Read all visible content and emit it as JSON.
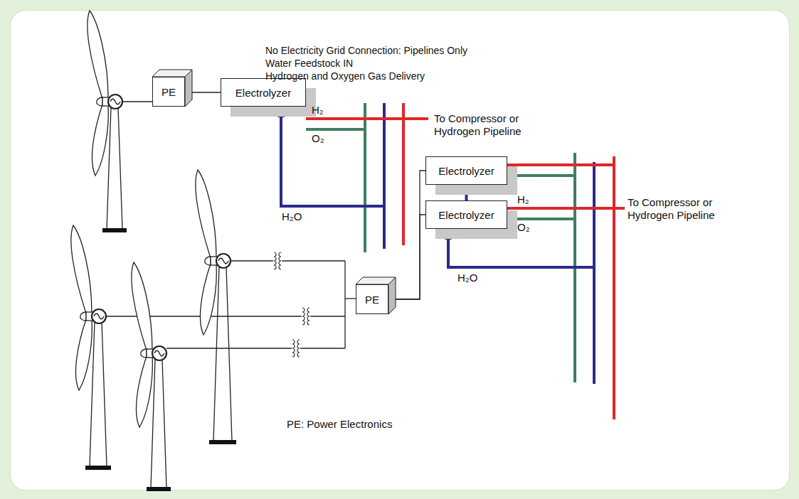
{
  "diagram": {
    "nodes": [
      {
        "text": [
          "PE"
        ]
      },
      {
        "text": [
          "Electrolyzer"
        ]
      },
      {
        "text": [
          "PE"
        ]
      },
      {
        "text": [
          "Electrolyzer"
        ]
      },
      {
        "text": [
          "Electrolyzer"
        ]
      }
    ],
    "edges": [
      {
        "from": 0,
        "to": 1,
        "arrow": "none"
      },
      {
        "from": 2,
        "to": 3,
        "arrow": "none"
      },
      {
        "from": 2,
        "to": 4,
        "arrow": "none"
      },
      {
        "from": 3,
        "to": 4,
        "arrow": "none"
      }
    ],
    "labels": [
      "No Electricity Grid Connection: Pipelines Only",
      "Water Feedstock IN",
      "Hydrogen and Oxygen Gas Delivery",
      "H₂",
      "O₂",
      "To Compressor or Hydrogen Pipeline",
      "H₂O",
      "H₂",
      "O₂",
      "To Compressor or Hydrogen Pipeline",
      "H₂O",
      "PE: Power Electronics"
    ]
  }
}
